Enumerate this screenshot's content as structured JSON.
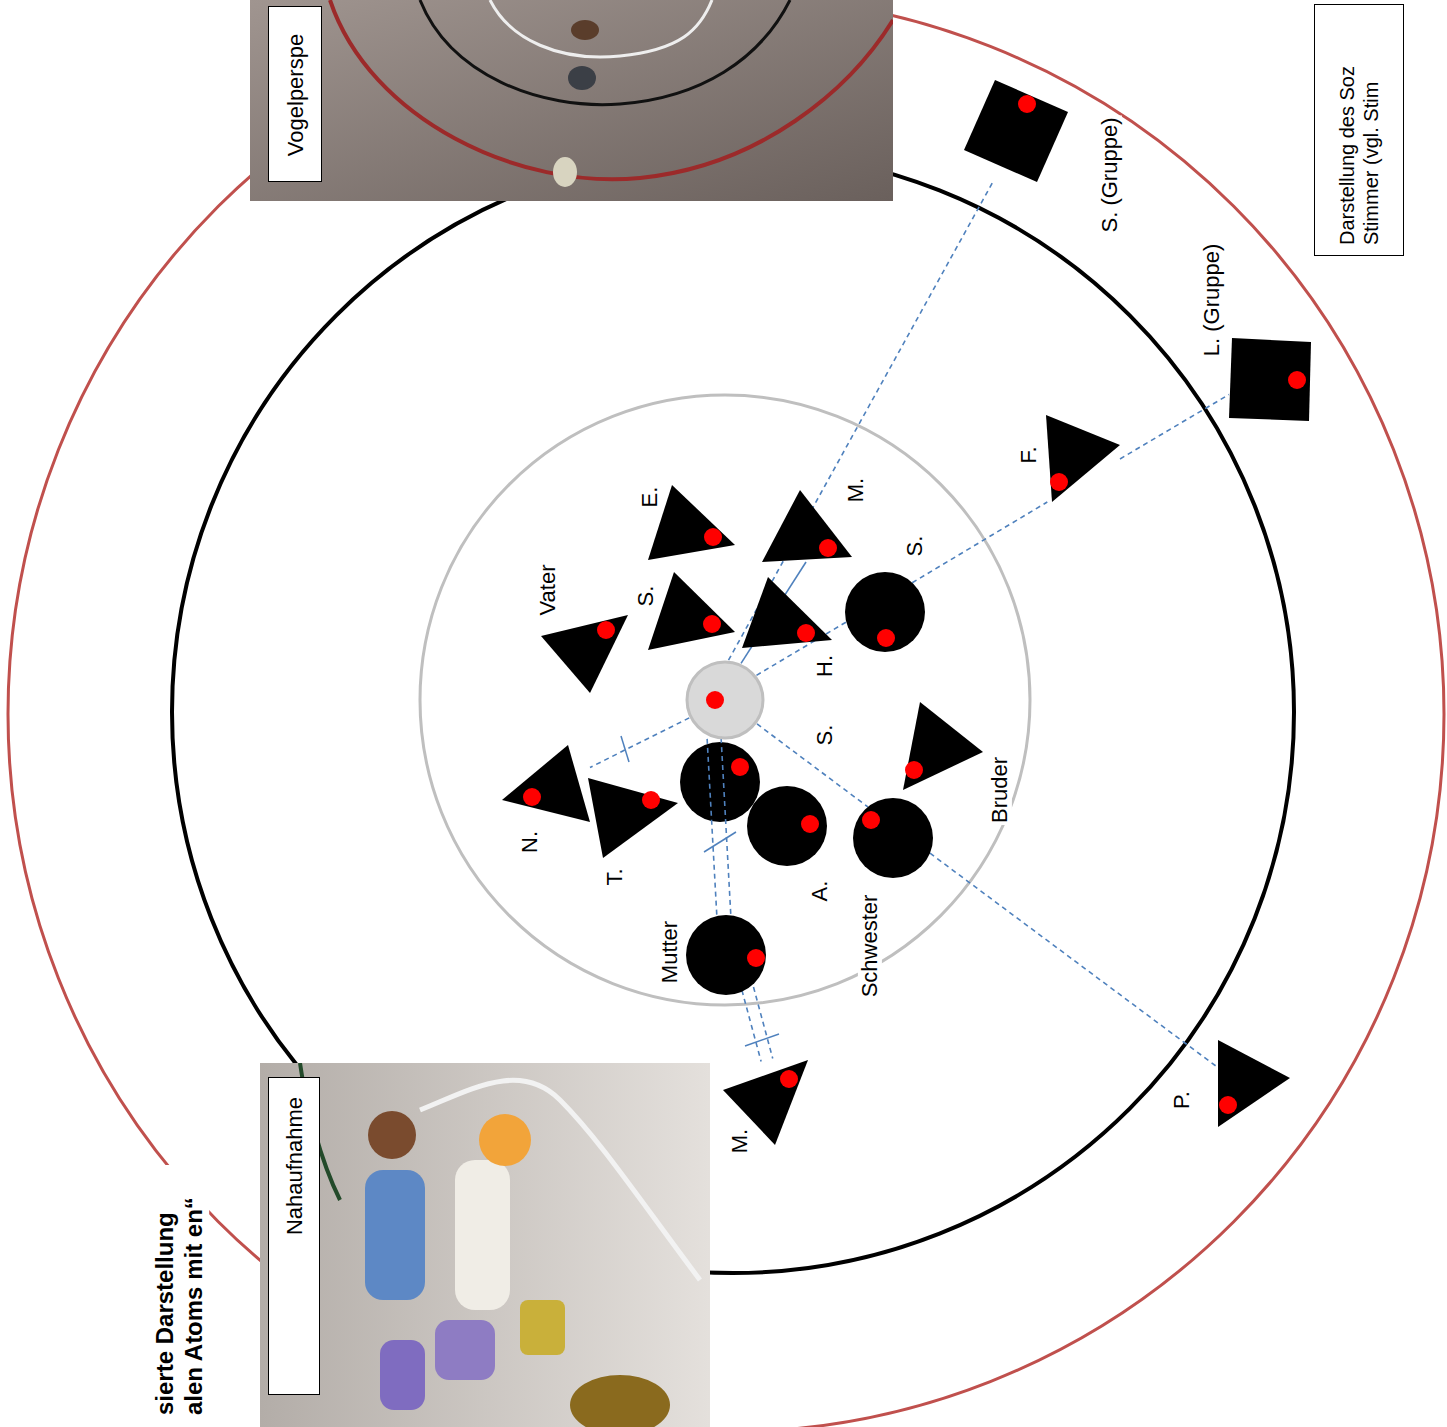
{
  "diagram": {
    "title": "sierte Darstellung alen Atoms mit en“",
    "caption": "Darstellung des Soz Stimmer (vgl. Stim",
    "nodes": [
      {
        "text": [
          "Vogelperspe"
        ]
      },
      {
        "text": [
          "Vater"
        ]
      },
      {
        "text": [
          "E."
        ]
      },
      {
        "text": [
          "S."
        ]
      },
      {
        "text": [
          "M."
        ]
      },
      {
        "text": [
          "H."
        ]
      },
      {
        "text": [
          "S."
        ]
      },
      {
        "text": [
          "S."
        ]
      },
      {
        "text": [
          "N."
        ]
      },
      {
        "text": [
          "T."
        ]
      },
      {
        "text": [
          "A."
        ]
      },
      {
        "text": [
          "Schwester"
        ]
      },
      {
        "text": [
          "Bruder"
        ]
      },
      {
        "text": [
          "Mutter"
        ]
      },
      {
        "text": [
          "M."
        ]
      },
      {
        "text": [
          "P."
        ]
      },
      {
        "text": [
          "F."
        ]
      },
      {
        "text": [
          "L. (Gruppe)"
        ]
      },
      {
        "text": [
          "S. (Gruppe)"
        ]
      },
      {
        "text": [
          "Nahaufnahme"
        ]
      }
    ],
    "edges": [
      {
        "from": 7,
        "to": 4,
        "arrow": "none"
      },
      {
        "from": 7,
        "to": 18,
        "arrow": "none"
      },
      {
        "from": 7,
        "to": 6,
        "arrow": "none"
      },
      {
        "from": 6,
        "to": 16,
        "arrow": "none"
      },
      {
        "from": 16,
        "to": 17,
        "arrow": "none"
      },
      {
        "from": 7,
        "to": 8,
        "arrow": "none"
      },
      {
        "from": 7,
        "to": 13,
        "arrow": "none"
      },
      {
        "from": 13,
        "to": 14,
        "arrow": "none"
      },
      {
        "from": 7,
        "to": 11,
        "arrow": "none"
      },
      {
        "from": 11,
        "to": 15,
        "arrow": "none"
      }
    ]
  }
}
